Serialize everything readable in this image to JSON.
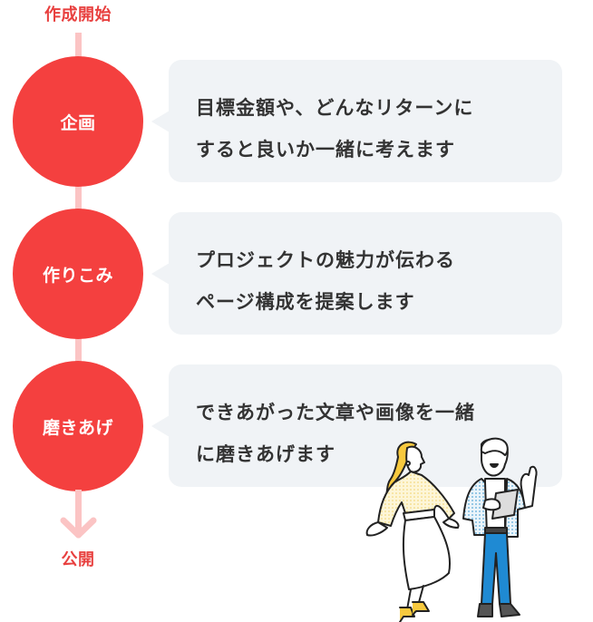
{
  "flow": {
    "start_label": "作成開始",
    "end_label": "公開",
    "steps": [
      {
        "name": "企画",
        "description": "目標金額や、どんなリターンに\nすると良いか一緒に考えます"
      },
      {
        "name": "作りこみ",
        "description": "プロジェクトの魅力が伝わる\nページ構成を提案します"
      },
      {
        "name": "磨きあげ",
        "description": "できあがった文章や画像を一緒\nに磨きあげます"
      }
    ]
  },
  "colors": {
    "accent": "#f4403f",
    "label": "#e8403f",
    "timeline": "#fbc4c4",
    "bubble_bg": "#f0f3f6",
    "text": "#333333"
  },
  "illustration": {
    "icon": "two-people-discussing-illustration"
  }
}
